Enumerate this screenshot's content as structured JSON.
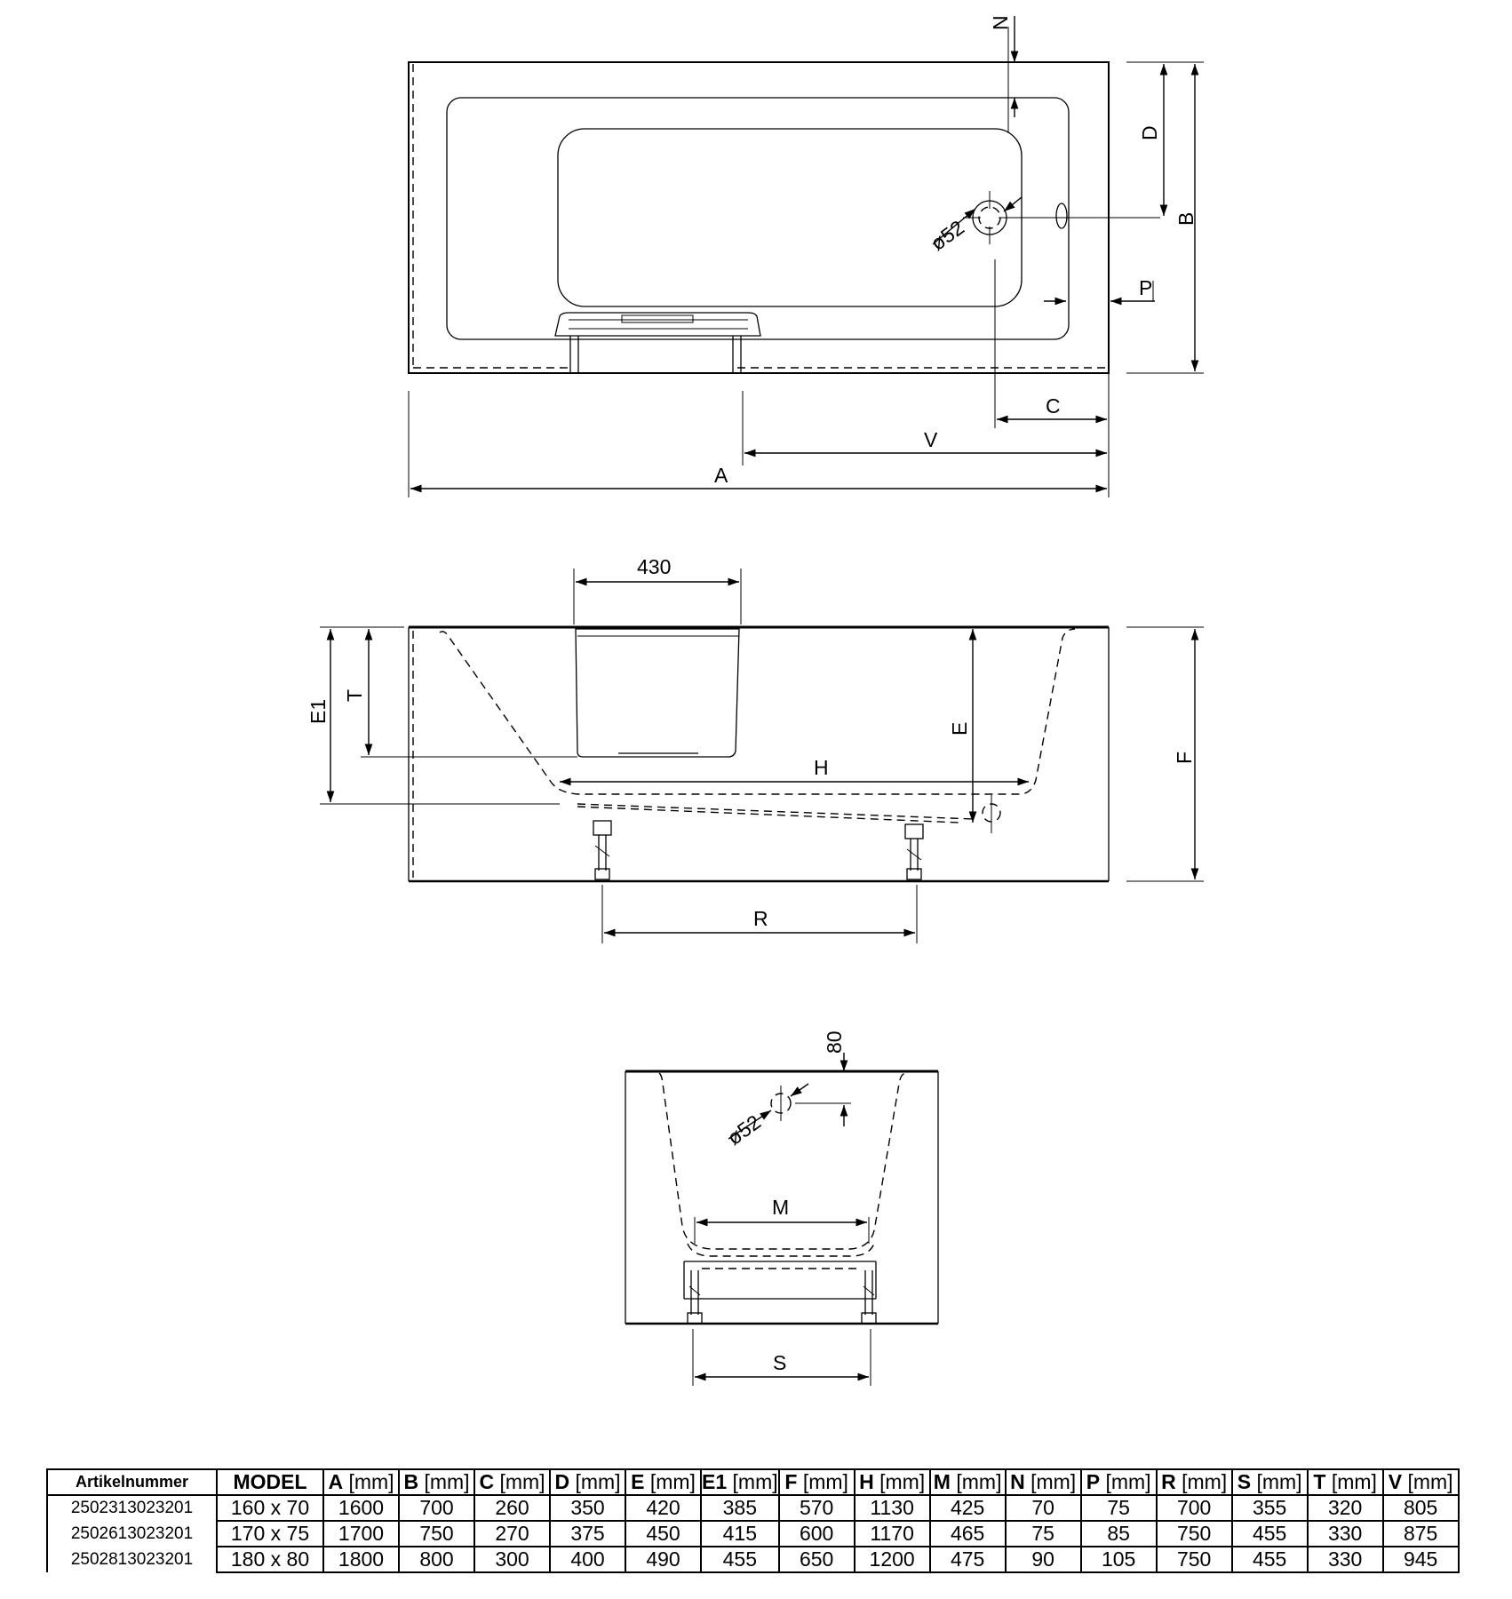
{
  "top_view": {
    "labels": {
      "N": "N",
      "D": "D",
      "B": "B",
      "diameter": "ø52",
      "P": "P",
      "C": "C",
      "V": "V",
      "A": "A"
    }
  },
  "side_view": {
    "labels": {
      "width_430": "430",
      "E1": "E1",
      "T": "T",
      "E": "E",
      "H": "H",
      "F": "F",
      "R": "R"
    }
  },
  "end_view": {
    "labels": {
      "offset_80": "80",
      "diameter": "ø52",
      "M": "M",
      "S": "S"
    }
  },
  "table": {
    "header_article": "Artikelnummer",
    "header_model": "MODEL",
    "columns": [
      {
        "letter": "A",
        "unit": "[mm]"
      },
      {
        "letter": "B",
        "unit": "[mm]"
      },
      {
        "letter": "C",
        "unit": "[mm]"
      },
      {
        "letter": "D",
        "unit": "[mm]"
      },
      {
        "letter": "E",
        "unit": "[mm]"
      },
      {
        "letter": "E1",
        "unit": "[mm]"
      },
      {
        "letter": "F",
        "unit": "[mm]"
      },
      {
        "letter": "H",
        "unit": "[mm]"
      },
      {
        "letter": "M",
        "unit": "[mm]"
      },
      {
        "letter": "N",
        "unit": "[mm]"
      },
      {
        "letter": "P",
        "unit": "[mm]"
      },
      {
        "letter": "R",
        "unit": "[mm]"
      },
      {
        "letter": "S",
        "unit": "[mm]"
      },
      {
        "letter": "T",
        "unit": "[mm]"
      },
      {
        "letter": "V",
        "unit": "[mm]"
      }
    ],
    "rows": [
      {
        "article": "2502313023201",
        "model": "160 x 70",
        "values": [
          "1600",
          "700",
          "260",
          "350",
          "420",
          "385",
          "570",
          "1130",
          "425",
          "70",
          "75",
          "700",
          "355",
          "320",
          "805"
        ]
      },
      {
        "article": "2502613023201",
        "model": "170 x 75",
        "values": [
          "1700",
          "750",
          "270",
          "375",
          "450",
          "415",
          "600",
          "1170",
          "465",
          "75",
          "85",
          "750",
          "455",
          "330",
          "875"
        ]
      },
      {
        "article": "2502813023201",
        "model": "180 x 80",
        "values": [
          "1800",
          "800",
          "300",
          "400",
          "490",
          "455",
          "650",
          "1200",
          "475",
          "90",
          "105",
          "750",
          "455",
          "330",
          "945"
        ]
      }
    ]
  }
}
